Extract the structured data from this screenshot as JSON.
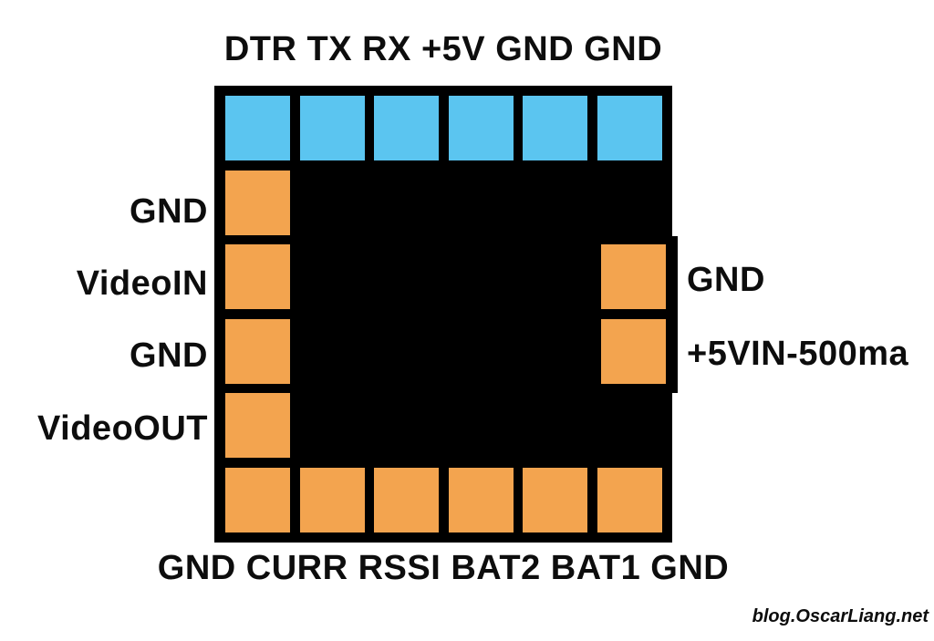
{
  "colors": {
    "background": "#FFFFFF",
    "chip": "#000000",
    "top_pad": "#5BC5F0",
    "side_pad": "#F3A44F",
    "label_text": "#0D0D0D"
  },
  "top_pins": {
    "labels": [
      "DTR",
      "TX",
      "RX",
      "+5V",
      "GND",
      "GND"
    ]
  },
  "left_pins": {
    "labels": [
      "GND",
      "VideoIN",
      "GND",
      "VideoOUT"
    ]
  },
  "right_pins": {
    "labels": [
      "GND",
      "+5VIN-500ma"
    ]
  },
  "bottom_pins": {
    "labels": [
      "GND",
      "CURR",
      "RSSI",
      "BAT2",
      "BAT1",
      "GND"
    ]
  },
  "watermark": "blog.OscarLiang.net"
}
